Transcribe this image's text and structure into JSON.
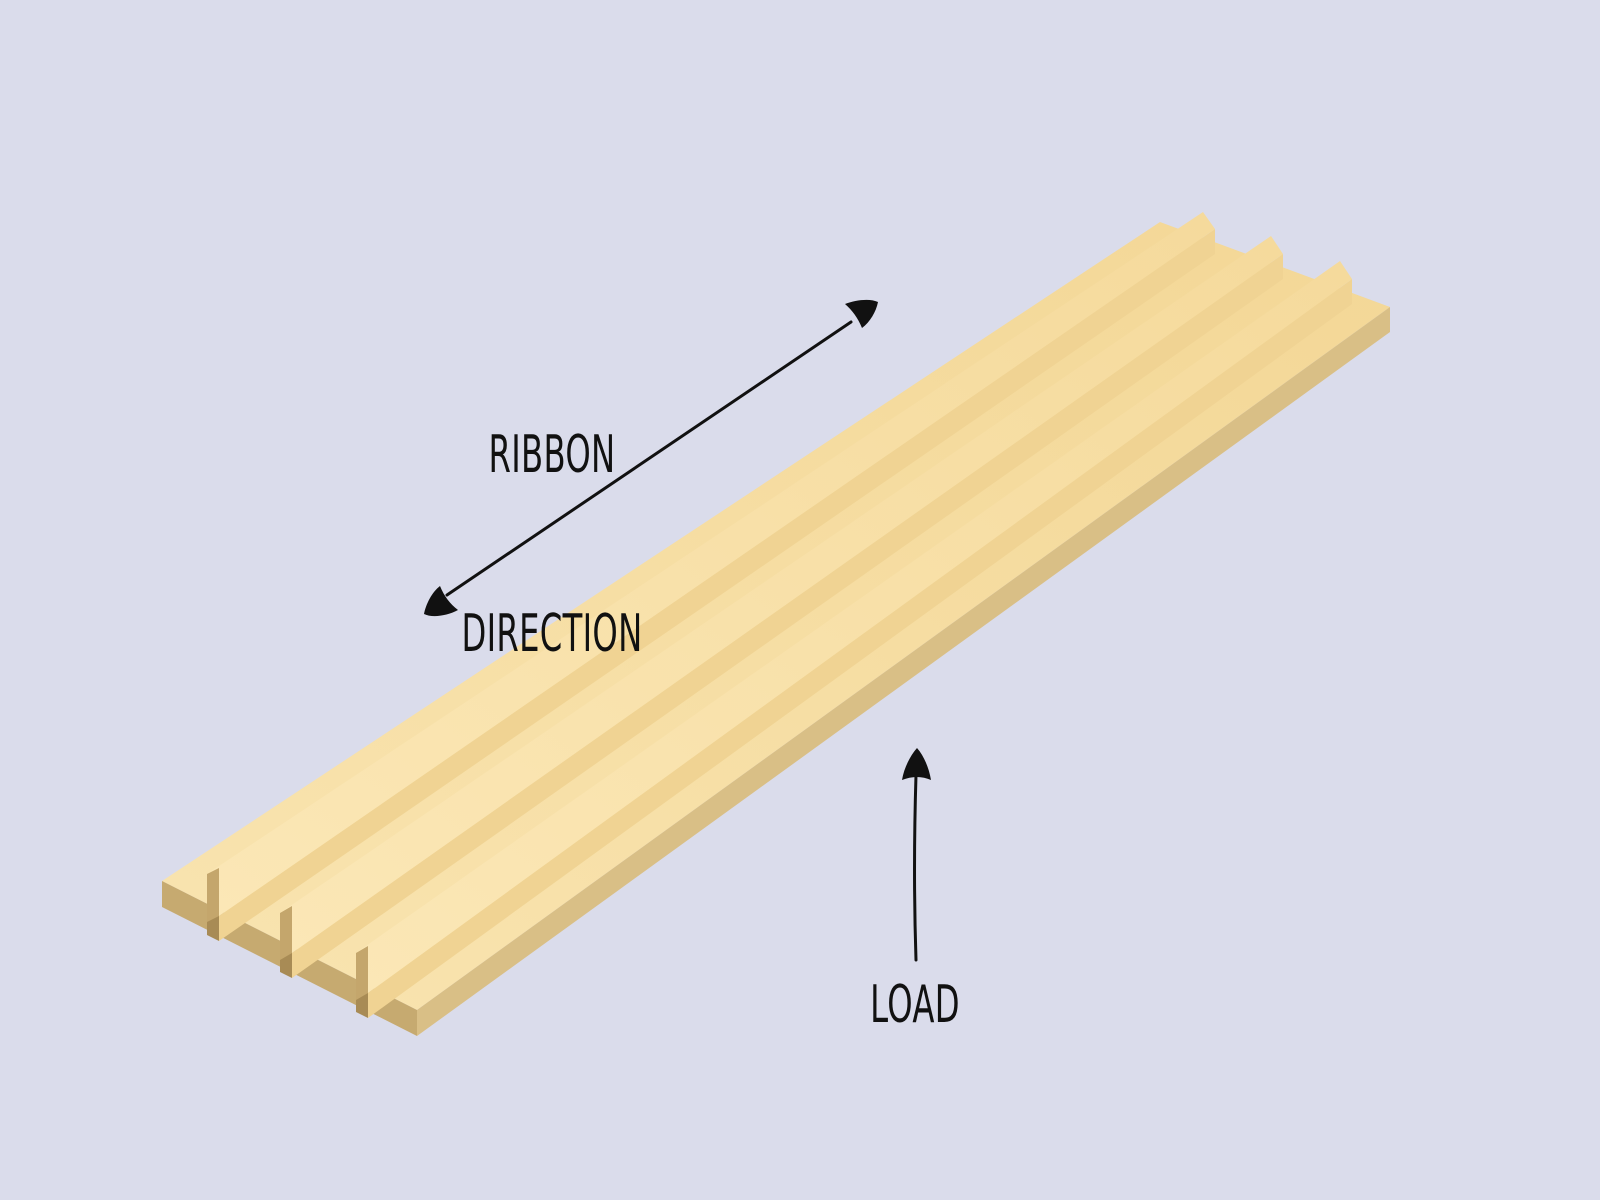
{
  "diagram": {
    "background_color": "#dadceb",
    "part_color": "#f6dfa5",
    "arrow_color": "#111111",
    "ribbon_direction": {
      "line1": "RIBBON",
      "line2": "DIRECTION"
    },
    "load": {
      "label": "LOAD"
    }
  }
}
